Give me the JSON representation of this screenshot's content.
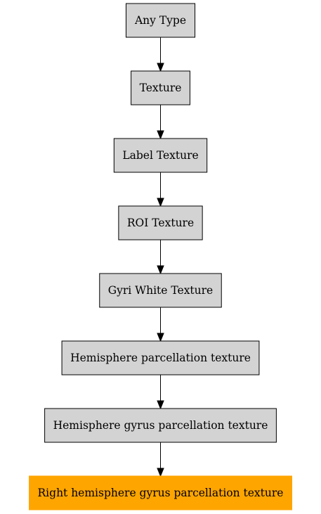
{
  "nodes": [
    {
      "id": "any-type",
      "label": "Any Type",
      "highlight": false
    },
    {
      "id": "texture",
      "label": "Texture",
      "highlight": false
    },
    {
      "id": "label-texture",
      "label": "Label Texture",
      "highlight": false
    },
    {
      "id": "roi-texture",
      "label": "ROI Texture",
      "highlight": false
    },
    {
      "id": "gyri-white-texture",
      "label": "Gyri White Texture",
      "highlight": false
    },
    {
      "id": "hemisphere-parcellation-texture",
      "label": "Hemisphere parcellation texture",
      "highlight": false
    },
    {
      "id": "hemisphere-gyrus-parcellation-texture",
      "label": "Hemisphere gyrus parcellation texture",
      "highlight": false
    },
    {
      "id": "right-hemisphere-gyrus-parcellation-texture",
      "label": "Right hemisphere gyrus parcellation texture",
      "highlight": true
    }
  ],
  "edges": [
    {
      "from": "any-type",
      "to": "texture"
    },
    {
      "from": "texture",
      "to": "label-texture"
    },
    {
      "from": "label-texture",
      "to": "roi-texture"
    },
    {
      "from": "roi-texture",
      "to": "gyri-white-texture"
    },
    {
      "from": "gyri-white-texture",
      "to": "hemisphere-parcellation-texture"
    },
    {
      "from": "hemisphere-parcellation-texture",
      "to": "hemisphere-gyrus-parcellation-texture"
    },
    {
      "from": "hemisphere-gyrus-parcellation-texture",
      "to": "right-hemisphere-gyrus-parcellation-texture"
    }
  ],
  "colors": {
    "node_fill": "#d3d3d3",
    "highlight_fill": "#ffa500",
    "stroke": "#000000"
  }
}
